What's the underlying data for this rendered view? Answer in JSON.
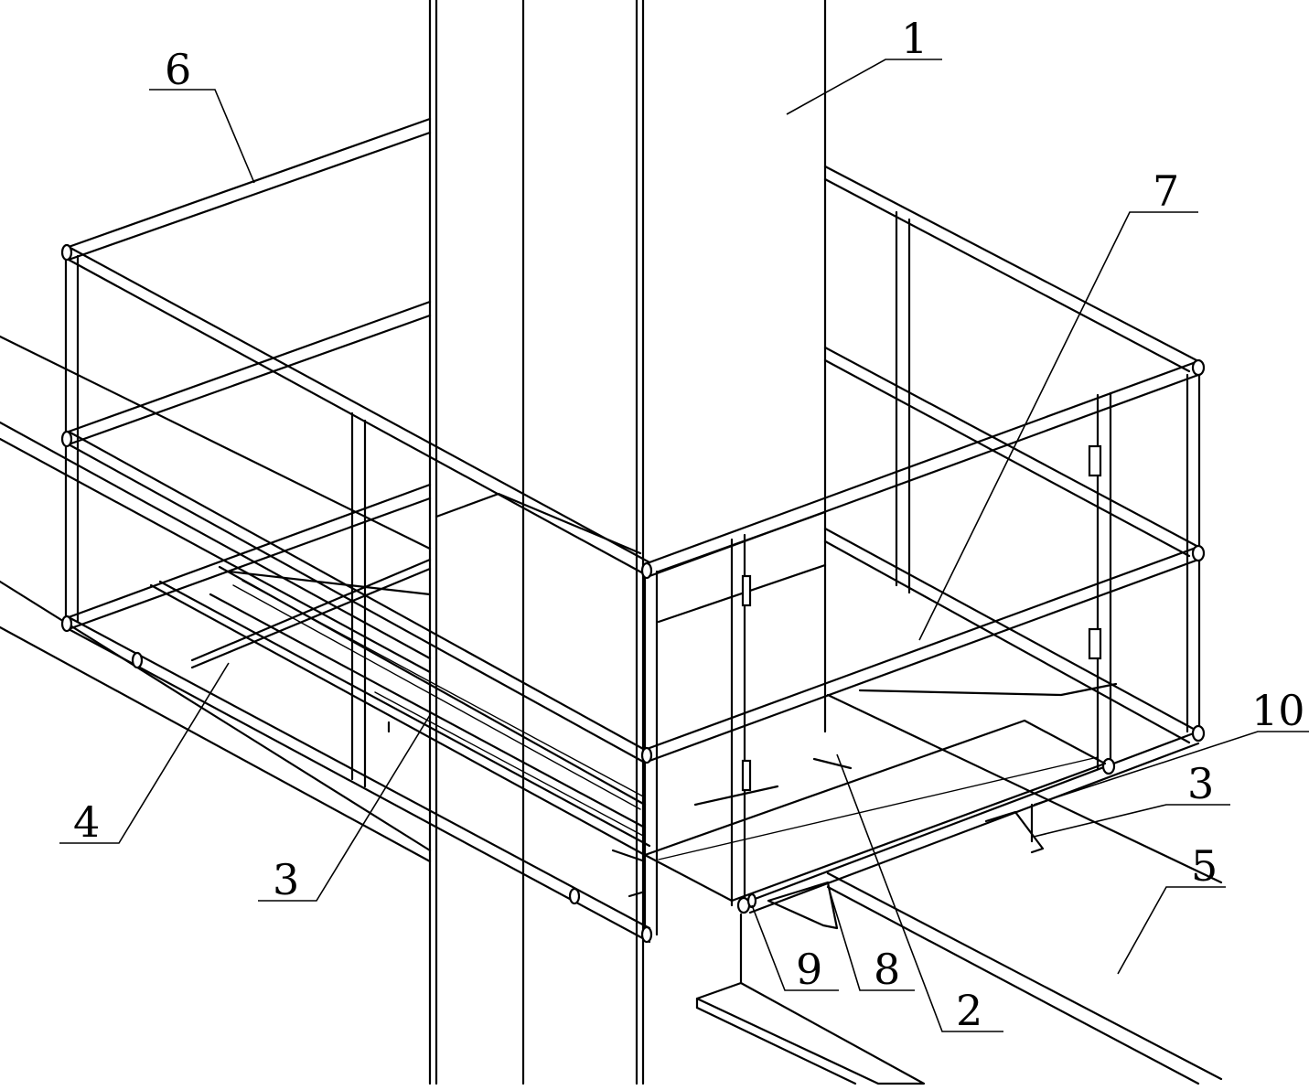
{
  "colors": {
    "line": "#000000",
    "background": "#ffffff"
  },
  "callouts": [
    {
      "id": "c1",
      "label": "1"
    },
    {
      "id": "c6",
      "label": "6"
    },
    {
      "id": "c7",
      "label": "7"
    },
    {
      "id": "c10",
      "label": "10"
    },
    {
      "id": "c3a",
      "label": "3"
    },
    {
      "id": "c5",
      "label": "5"
    },
    {
      "id": "c4",
      "label": "4"
    },
    {
      "id": "c3b",
      "label": "3"
    },
    {
      "id": "c9",
      "label": "9"
    },
    {
      "id": "c8",
      "label": "8"
    },
    {
      "id": "c2",
      "label": "2"
    }
  ]
}
